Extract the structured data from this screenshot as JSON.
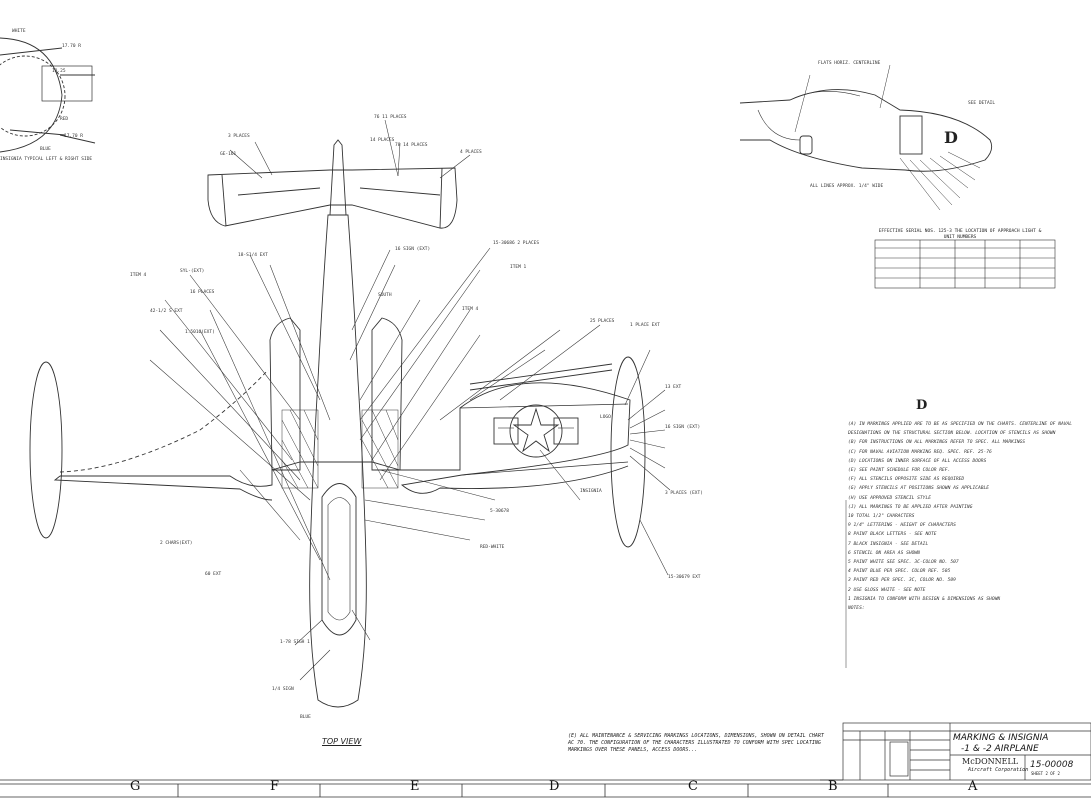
{
  "drawing": {
    "view_title": "TOP VIEW",
    "note_e": "(E) ALL MAINTENANCE & SERVICING MARKINGS LOCATIONS, DIMENSIONS, SHOWN ON DETAIL CHART AC 70. THE CONFIGURATION OF THE CHARACTERS ILLUSTRATED TO CONFORM WITH SPEC LOCATING MARKINGS OVER THESE PANELS, ACCESS DOORS...",
    "detail_letter": "D",
    "detail_table_caption": "EFFECTIVE SERIAL NOS. 125-3 THE LOCATION OF APPROACH LIGHT & UNIT NUMBERS",
    "notes_header": "NOTES:",
    "notes": [
      "(A) IN MARKINGS APPLIED ARE TO BE AS SPECIFIED ON THE CHARTS. CENTERLINE OF NAVAL",
      "DESIGNATIONS ON THE STRUCTURAL SECTION BELOW. LOCATION OF STENCILS AS SHOWN",
      "(B) FOR INSTRUCTIONS ON ALL MARKINGS REFER TO SPEC. ALL MARKINGS",
      "(C) FOR NAVAL AVIATION MARKING REQ. SPEC. REF. 25-76",
      "(D) LOCATIONS ON INNER SURFACE OF ALL ACCESS DOORS",
      "(E) SEE PAINT SCHEDULE FOR COLOR REF.",
      "(F) ALL STENCILS OPPOSITE SIDE AS REQUIRED",
      "(G) APPLY STENCILS AT POSITIONS SHOWN AS APPLICABLE",
      "(H) USE APPROVED STENCIL STYLE",
      "(J) ALL MARKINGS TO BE APPLIED AFTER PAINTING",
      "10 TOTAL 1/2\" CHARACTERS",
      "9 1/4\" LETTERING - HEIGHT OF CHARACTERS",
      "8 PAINT BLACK LETTERS - SEE NOTE",
      "7 BLACK INSIGNIA - SEE DETAIL",
      "6 STENCIL ON AREA AS SHOWN",
      "5 PAINT WHITE SEE SPEC. 3C-COLOR NO. 507",
      "4 PAINT BLUE PER SPEC. COLOR REF. 505",
      "3 PAINT RED PER SPEC. 3C, COLOR NO. 509",
      "2 USE GLOSS WHITE - SEE NOTE",
      "1 INSIGNIA TO CONFORM WITH DESIGN & DIMENSIONS AS SHOWN"
    ],
    "title_block": {
      "title_line1": "MARKING & INSIGNIA",
      "title_line2": "-1 & -2 AIRPLANE",
      "company": "McDONNELL",
      "division": "Aircraft Corporation",
      "drawing_number": "15-00008",
      "sheet": "SHEET 2 OF 2"
    },
    "zones": [
      "G",
      "F",
      "E",
      "D",
      "C",
      "B",
      "A"
    ],
    "callouts_left": [
      "3 PLACES",
      "76 11 PLACES",
      "14 PLACES",
      "78 14 PLACES",
      "4 PLACES",
      "GE-161",
      "18-S1/4 EXT",
      "SYL-(EXT)",
      "ITEM 4",
      "16 PLACES",
      "42-1/2 S EXT",
      "1.5016(EXT)",
      "2 CHARS(EXT)",
      "60 EXT",
      "1-78 SIGH 1",
      "1/4 SIGN",
      "BLUE"
    ],
    "callouts_right": [
      "15-30686 2 PLACES",
      "16 SIGN (EXT)",
      "ITEM 1",
      "25 PLACES",
      "1 PLACE EXT",
      "ITEM 4",
      "SOUTH",
      "13 EXT",
      "16 SIGN (EXT)",
      "3 PLACES (EXT)",
      "15-30679 EXT",
      "LOGO",
      "5-30678",
      "INSIGNIA",
      "RED-WHITE"
    ],
    "top_left_labels": [
      "WHITE",
      "RED",
      "17.70 R",
      "13.25",
      "17.70 R",
      "BLUE",
      "INSIGNIA TYPICAL LEFT & RIGHT SIDE"
    ],
    "side_view_labels": [
      "FLATS HORIZ. CENTERLINE",
      "ALL LINES APPROX. 1/4\" WIDE",
      "SEE DETAIL"
    ]
  }
}
